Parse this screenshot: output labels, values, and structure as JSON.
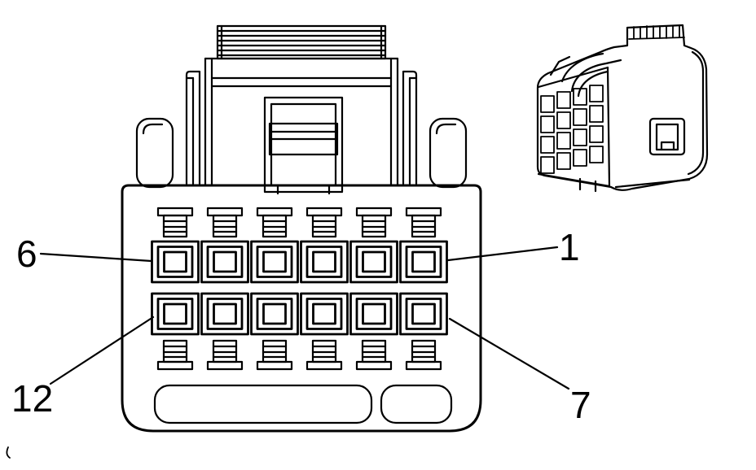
{
  "figure": {
    "description_labels": {
      "pin1": "1",
      "pin6": "6",
      "pin7": "7",
      "pin12": "12"
    },
    "colors": {
      "line": "#000000",
      "background": "#ffffff"
    }
  }
}
